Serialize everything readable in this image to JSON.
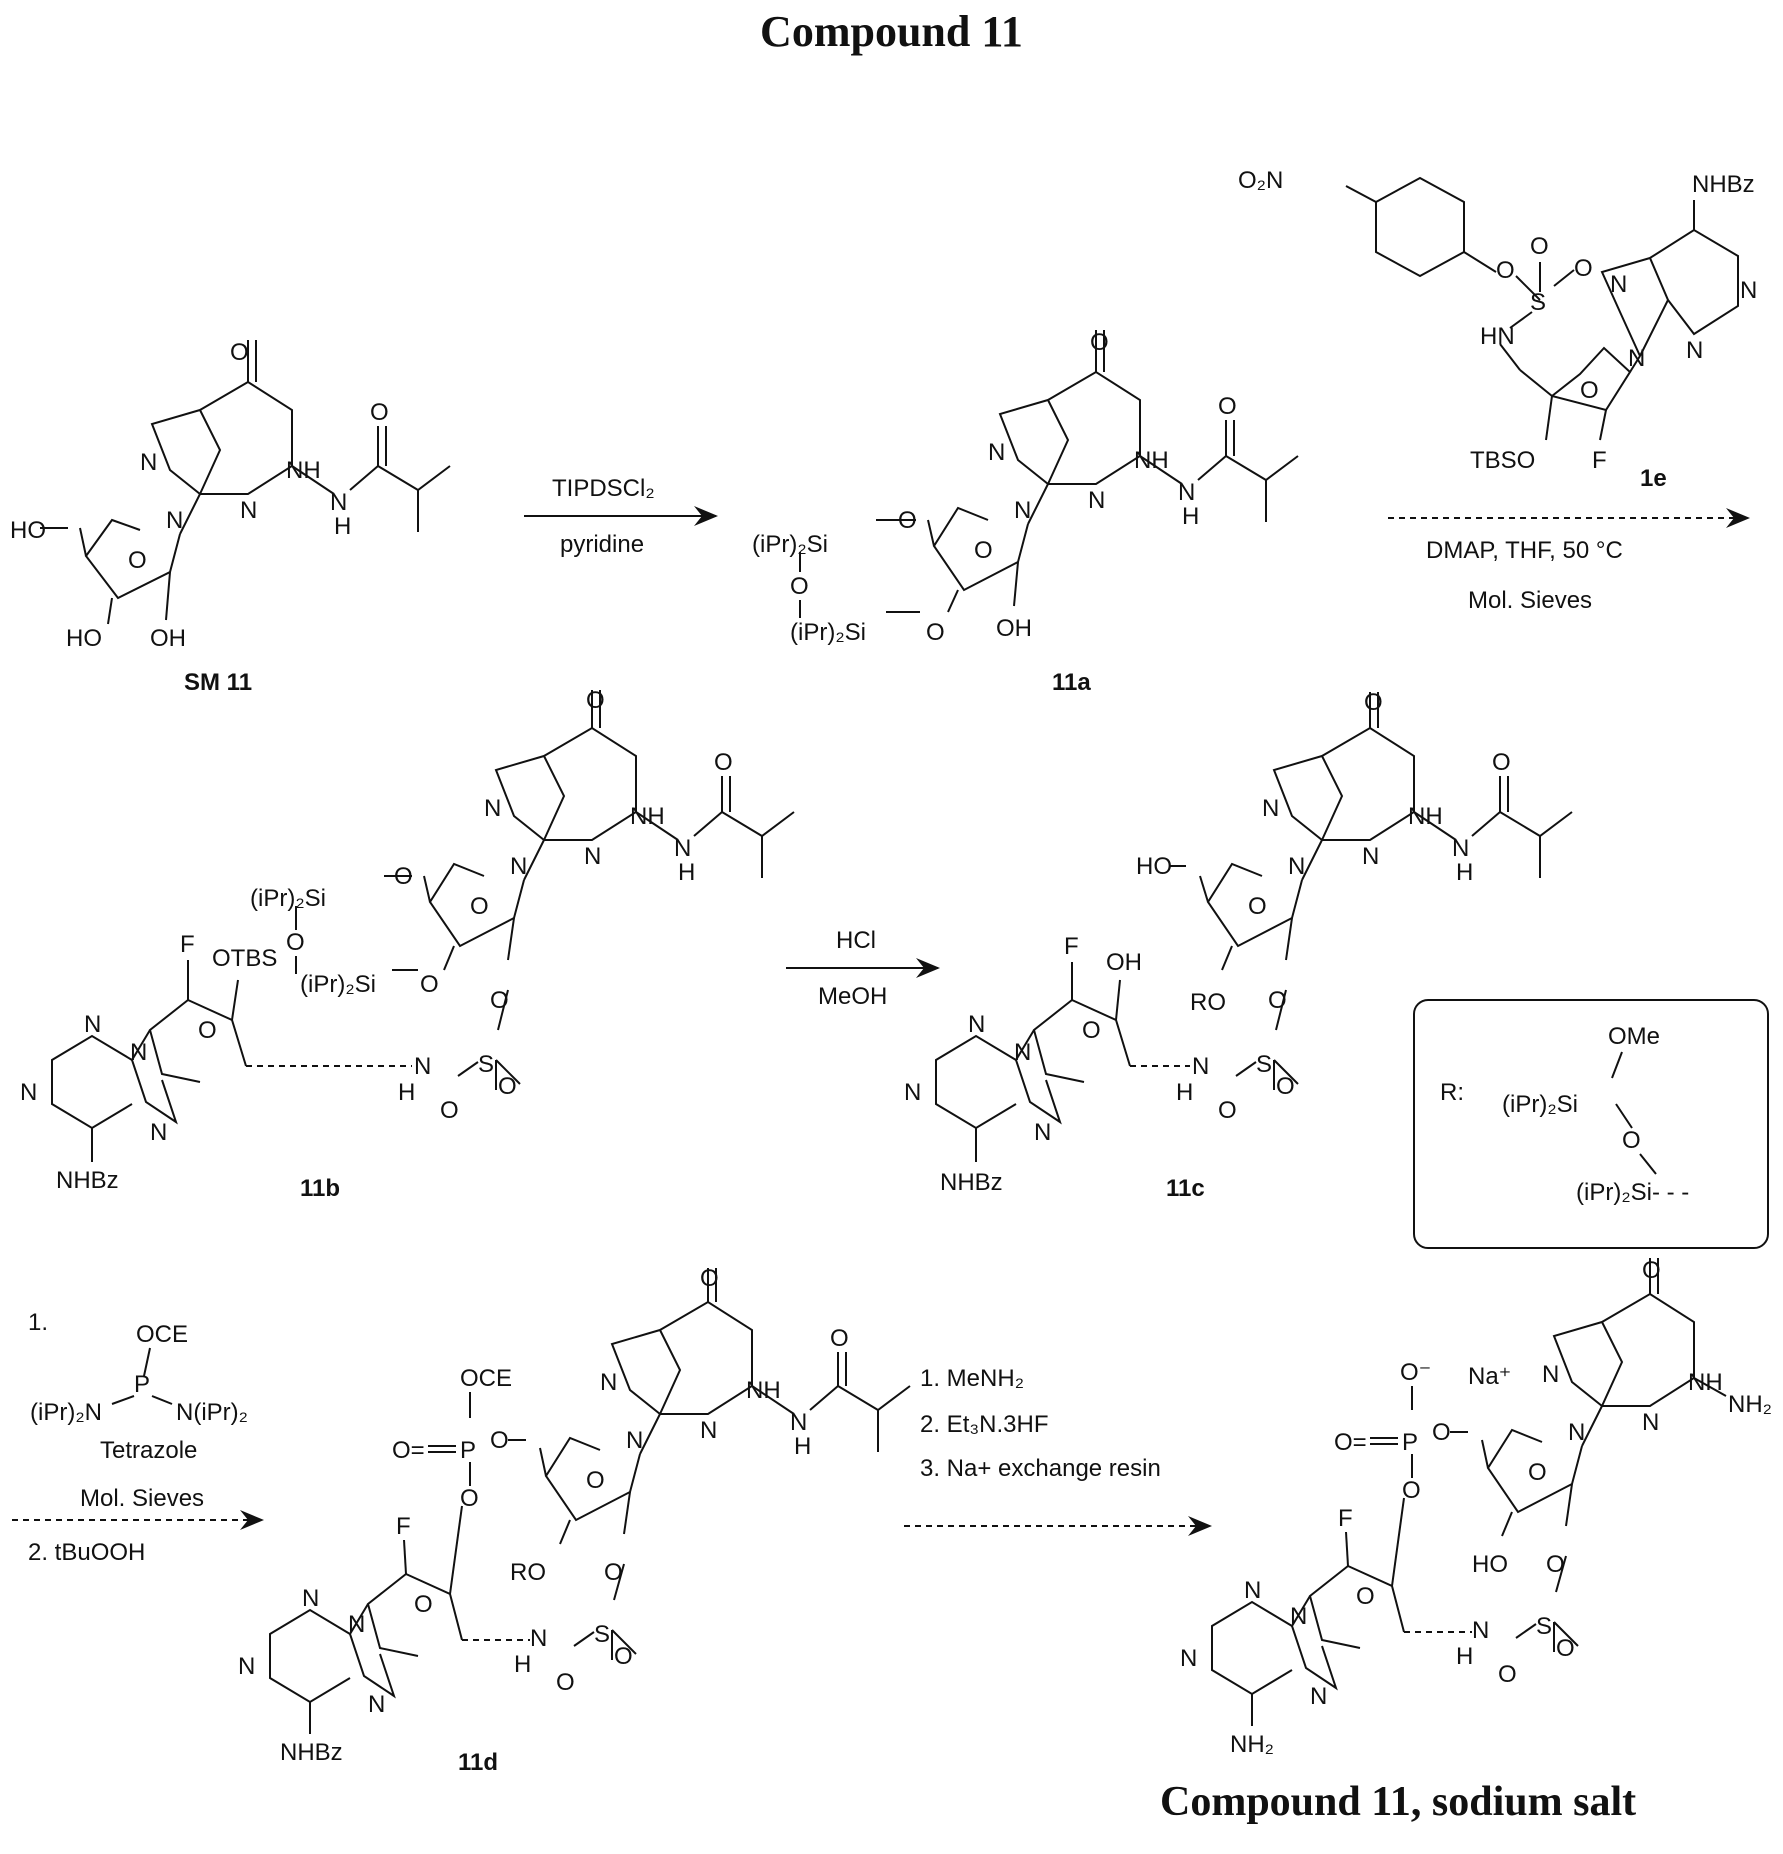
{
  "title": "Compound 11",
  "bottom_title": "Compound 11, sodium salt",
  "compounds": {
    "sm11": "SM 11",
    "c11a": "11a",
    "c11b": "11b",
    "c11c": "11c",
    "c11d": "11d",
    "c1e": "1e"
  },
  "atoms": {
    "O": "O",
    "N": "N",
    "NH": "NH",
    "H": "H",
    "HO": "HO",
    "OH": "OH",
    "F": "F",
    "S": "S",
    "P": "P",
    "HN": "HN",
    "RO": "RO",
    "OTBS": "OTBS",
    "TBSO": "TBSO",
    "NHBz": "NHBz",
    "O2N": "O₂N",
    "iPr2Si": "(iPr)₂Si",
    "iPr2N": "(iPr)₂N",
    "NiPr2": "N(iPr)₂",
    "OCE": "OCE",
    "OMe": "OMe",
    "NH2": "NH₂",
    "Ominus": "O⁻",
    "Na": "Na⁺",
    "Si_dash": "(iPr)₂Si- - -",
    "Oeq": "O="
  },
  "steps": {
    "s1_top": "TIPDSCl₂",
    "s1_bot": "pyridine",
    "s2_line1": "DMAP, THF, 50 °C",
    "s2_line2": "Mol. Sieves",
    "s3_top": "HCl",
    "s3_bot": "MeOH",
    "s4_1": "1.",
    "s4_tetrazole": "Tetrazole",
    "s4_sieves": "Mol. Sieves",
    "s4_2": "2. tBuOOH",
    "s5_1": "1. MeNH₂",
    "s5_2": "2. Et₃N.3HF",
    "s5_3": "3. Na+ exchange resin"
  },
  "r_box_label": "R:"
}
